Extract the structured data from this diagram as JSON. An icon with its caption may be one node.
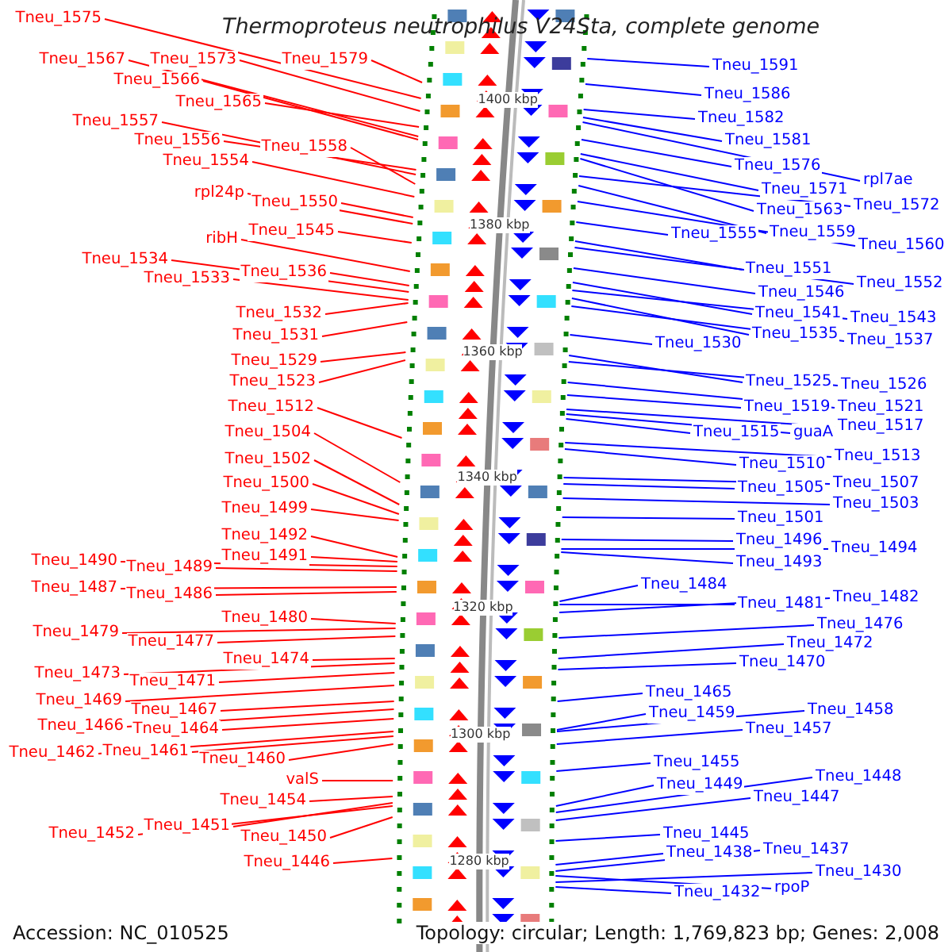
{
  "diagram": {
    "title": "Thermoproteus neutrophilus V24Sta, complete genome",
    "nodes": [
      {
        "text": [
          "Tneu_1575"
        ]
      },
      {
        "text": [
          "Tneu_1567"
        ]
      },
      {
        "text": [
          "Tneu_1573"
        ]
      },
      {
        "text": [
          "Tneu_1579"
        ]
      },
      {
        "text": [
          "Tneu_1566"
        ]
      },
      {
        "text": [
          "Tneu_1565"
        ]
      },
      {
        "text": [
          "Tneu_1557"
        ]
      },
      {
        "text": [
          "Tneu_1556"
        ]
      },
      {
        "text": [
          "Tneu_1558"
        ]
      },
      {
        "text": [
          "Tneu_1554"
        ]
      },
      {
        "text": [
          "rpl24p"
        ]
      },
      {
        "text": [
          "Tneu_1550"
        ]
      },
      {
        "text": [
          "Tneu_1545"
        ]
      },
      {
        "text": [
          "ribH"
        ]
      },
      {
        "text": [
          "Tneu_1534"
        ]
      },
      {
        "text": [
          "Tneu_1536"
        ]
      },
      {
        "text": [
          "Tneu_1533"
        ]
      },
      {
        "text": [
          "Tneu_1532"
        ]
      },
      {
        "text": [
          "Tneu_1531"
        ]
      },
      {
        "text": [
          "Tneu_1529"
        ]
      },
      {
        "text": [
          "Tneu_1523"
        ]
      },
      {
        "text": [
          "Tneu_1512"
        ]
      },
      {
        "text": [
          "Tneu_1504"
        ]
      },
      {
        "text": [
          "Tneu_1502"
        ]
      },
      {
        "text": [
          "Tneu_1500"
        ]
      },
      {
        "text": [
          "Tneu_1499"
        ]
      },
      {
        "text": [
          "Tneu_1492"
        ]
      },
      {
        "text": [
          "Tneu_1491"
        ]
      },
      {
        "text": [
          "Tneu_1490"
        ]
      },
      {
        "text": [
          "Tneu_1489"
        ]
      },
      {
        "text": [
          "Tneu_1487"
        ]
      },
      {
        "text": [
          "Tneu_1486"
        ]
      },
      {
        "text": [
          "Tneu_1480"
        ]
      },
      {
        "text": [
          "Tneu_1479"
        ]
      },
      {
        "text": [
          "Tneu_1477"
        ]
      },
      {
        "text": [
          "Tneu_1474"
        ]
      },
      {
        "text": [
          "Tneu_1473"
        ]
      },
      {
        "text": [
          "Tneu_1471"
        ]
      },
      {
        "text": [
          "Tneu_1469"
        ]
      },
      {
        "text": [
          "Tneu_1467"
        ]
      },
      {
        "text": [
          "Tneu_1466"
        ]
      },
      {
        "text": [
          "Tneu_1464"
        ]
      },
      {
        "text": [
          "Tneu_1462"
        ]
      },
      {
        "text": [
          "Tneu_1461"
        ]
      },
      {
        "text": [
          "Tneu_1460"
        ]
      },
      {
        "text": [
          "valS"
        ]
      },
      {
        "text": [
          "Tneu_1454"
        ]
      },
      {
        "text": [
          "Tneu_1452"
        ]
      },
      {
        "text": [
          "Tneu_1451"
        ]
      },
      {
        "text": [
          "Tneu_1450"
        ]
      },
      {
        "text": [
          "Tneu_1446"
        ]
      },
      {
        "text": [
          "Tneu_1591"
        ]
      },
      {
        "text": [
          "Tneu_1586"
        ]
      },
      {
        "text": [
          "Tneu_1582"
        ]
      },
      {
        "text": [
          "Tneu_1581"
        ]
      },
      {
        "text": [
          "rpl7ae"
        ]
      },
      {
        "text": [
          "Tneu_1576"
        ]
      },
      {
        "text": [
          "Tneu_1571"
        ]
      },
      {
        "text": [
          "Tneu_1563"
        ]
      },
      {
        "text": [
          "Tneu_1572"
        ]
      },
      {
        "text": [
          "Tneu_1555"
        ]
      },
      {
        "text": [
          "Tneu_1559"
        ]
      },
      {
        "text": [
          "Tneu_1560"
        ]
      },
      {
        "text": [
          "Tneu_1551"
        ]
      },
      {
        "text": [
          "Tneu_1552"
        ]
      },
      {
        "text": [
          "Tneu_1546"
        ]
      },
      {
        "text": [
          "Tneu_1541"
        ]
      },
      {
        "text": [
          "Tneu_1543"
        ]
      },
      {
        "text": [
          "Tneu_1535"
        ]
      },
      {
        "text": [
          "Tneu_1537"
        ]
      },
      {
        "text": [
          "Tneu_1530"
        ]
      },
      {
        "text": [
          "Tneu_1525"
        ]
      },
      {
        "text": [
          "Tneu_1526"
        ]
      },
      {
        "text": [
          "Tneu_1519"
        ]
      },
      {
        "text": [
          "Tneu_1521"
        ]
      },
      {
        "text": [
          "Tneu_1515"
        ]
      },
      {
        "text": [
          "guaA"
        ]
      },
      {
        "text": [
          "Tneu_1517"
        ]
      },
      {
        "text": [
          "Tneu_1513"
        ]
      },
      {
        "text": [
          "Tneu_1510"
        ]
      },
      {
        "text": [
          "Tneu_1507"
        ]
      },
      {
        "text": [
          "Tneu_1505"
        ]
      },
      {
        "text": [
          "Tneu_1503"
        ]
      },
      {
        "text": [
          "Tneu_1501"
        ]
      },
      {
        "text": [
          "Tneu_1496"
        ]
      },
      {
        "text": [
          "Tneu_1494"
        ]
      },
      {
        "text": [
          "Tneu_1493"
        ]
      },
      {
        "text": [
          "Tneu_1484"
        ]
      },
      {
        "text": [
          "Tneu_1481"
        ]
      },
      {
        "text": [
          "Tneu_1482"
        ]
      },
      {
        "text": [
          "Tneu_1476"
        ]
      },
      {
        "text": [
          "Tneu_1472"
        ]
      },
      {
        "text": [
          "Tneu_1470"
        ]
      },
      {
        "text": [
          "Tneu_1465"
        ]
      },
      {
        "text": [
          "Tneu_1459"
        ]
      },
      {
        "text": [
          "Tneu_1458"
        ]
      },
      {
        "text": [
          "Tneu_1457"
        ]
      },
      {
        "text": [
          "Tneu_1455"
        ]
      },
      {
        "text": [
          "Tneu_1449"
        ]
      },
      {
        "text": [
          "Tneu_1448"
        ]
      },
      {
        "text": [
          "Tneu_1447"
        ]
      },
      {
        "text": [
          "Tneu_1445"
        ]
      },
      {
        "text": [
          "Tneu_1438"
        ]
      },
      {
        "text": [
          "Tneu_1437"
        ]
      },
      {
        "text": [
          "Tneu_1430"
        ]
      },
      {
        "text": [
          "rpoP"
        ]
      },
      {
        "text": [
          "Tneu_1432"
        ]
      }
    ],
    "edges": [
      {
        "from": 0,
        "to": null,
        "arrow": "none",
        "color": "#ff0000"
      },
      {
        "from": 1,
        "to": null,
        "arrow": "none",
        "color": "#ff0000"
      },
      {
        "from": 2,
        "to": null,
        "arrow": "none",
        "color": "#ff0000"
      },
      {
        "from": 3,
        "to": null,
        "arrow": "none",
        "color": "#ff0000"
      },
      {
        "from": 4,
        "to": null,
        "arrow": "none",
        "color": "#ff0000"
      },
      {
        "from": 5,
        "to": null,
        "arrow": "none",
        "color": "#ff0000"
      },
      {
        "from": 6,
        "to": null,
        "arrow": "none",
        "color": "#ff0000"
      },
      {
        "from": 7,
        "to": null,
        "arrow": "none",
        "color": "#ff0000"
      },
      {
        "from": 8,
        "to": null,
        "arrow": "none",
        "color": "#ff0000"
      },
      {
        "from": 9,
        "to": null,
        "arrow": "none",
        "color": "#ff0000"
      },
      {
        "from": 10,
        "to": null,
        "arrow": "none",
        "color": "#ff0000"
      },
      {
        "from": 11,
        "to": null,
        "arrow": "none",
        "color": "#ff0000"
      },
      {
        "from": 12,
        "to": null,
        "arrow": "none",
        "color": "#ff0000"
      },
      {
        "from": 13,
        "to": null,
        "arrow": "none",
        "color": "#ff0000"
      },
      {
        "from": 14,
        "to": null,
        "arrow": "none",
        "color": "#ff0000"
      },
      {
        "from": 15,
        "to": null,
        "arrow": "none",
        "color": "#ff0000"
      },
      {
        "from": 16,
        "to": null,
        "arrow": "none",
        "color": "#ff0000"
      },
      {
        "from": 17,
        "to": null,
        "arrow": "none",
        "color": "#ff0000"
      },
      {
        "from": 18,
        "to": null,
        "arrow": "none",
        "color": "#ff0000"
      },
      {
        "from": 19,
        "to": null,
        "arrow": "none",
        "color": "#ff0000"
      },
      {
        "from": 20,
        "to": null,
        "arrow": "none",
        "color": "#ff0000"
      },
      {
        "from": 21,
        "to": null,
        "arrow": "none",
        "color": "#ff0000"
      },
      {
        "from": 22,
        "to": null,
        "arrow": "none",
        "color": "#ff0000"
      },
      {
        "from": 23,
        "to": null,
        "arrow": "none",
        "color": "#ff0000"
      },
      {
        "from": 24,
        "to": null,
        "arrow": "none",
        "color": "#ff0000"
      },
      {
        "from": 25,
        "to": null,
        "arrow": "none",
        "color": "#ff0000"
      },
      {
        "from": 26,
        "to": null,
        "arrow": "none",
        "color": "#ff0000"
      },
      {
        "from": 27,
        "to": null,
        "arrow": "none",
        "color": "#ff0000"
      },
      {
        "from": 28,
        "to": null,
        "arrow": "none",
        "color": "#ff0000"
      },
      {
        "from": 29,
        "to": null,
        "arrow": "none",
        "color": "#ff0000"
      },
      {
        "from": 30,
        "to": null,
        "arrow": "none",
        "color": "#ff0000"
      },
      {
        "from": 31,
        "to": null,
        "arrow": "none",
        "color": "#ff0000"
      },
      {
        "from": 32,
        "to": null,
        "arrow": "none",
        "color": "#ff0000"
      },
      {
        "from": 33,
        "to": null,
        "arrow": "none",
        "color": "#ff0000"
      },
      {
        "from": 34,
        "to": null,
        "arrow": "none",
        "color": "#ff0000"
      },
      {
        "from": 35,
        "to": null,
        "arrow": "none",
        "color": "#ff0000"
      },
      {
        "from": 36,
        "to": null,
        "arrow": "none",
        "color": "#ff0000"
      },
      {
        "from": 37,
        "to": null,
        "arrow": "none",
        "color": "#ff0000"
      },
      {
        "from": 38,
        "to": null,
        "arrow": "none",
        "color": "#ff0000"
      },
      {
        "from": 39,
        "to": null,
        "arrow": "none",
        "color": "#ff0000"
      },
      {
        "from": 40,
        "to": null,
        "arrow": "none",
        "color": "#ff0000"
      },
      {
        "from": 41,
        "to": null,
        "arrow": "none",
        "color": "#ff0000"
      },
      {
        "from": 42,
        "to": null,
        "arrow": "none",
        "color": "#ff0000"
      },
      {
        "from": 43,
        "to": null,
        "arrow": "none",
        "color": "#ff0000"
      },
      {
        "from": 44,
        "to": null,
        "arrow": "none",
        "color": "#ff0000"
      },
      {
        "from": 45,
        "to": null,
        "arrow": "none",
        "color": "#ff0000"
      },
      {
        "from": 46,
        "to": null,
        "arrow": "none",
        "color": "#ff0000"
      },
      {
        "from": 47,
        "to": null,
        "arrow": "none",
        "color": "#ff0000"
      },
      {
        "from": 48,
        "to": null,
        "arrow": "none",
        "color": "#ff0000"
      },
      {
        "from": 49,
        "to": null,
        "arrow": "none",
        "color": "#ff0000"
      },
      {
        "from": 50,
        "to": null,
        "arrow": "none",
        "color": "#ff0000"
      },
      {
        "from": 51,
        "to": null,
        "arrow": "none"
      },
      {
        "from": 52,
        "to": null,
        "arrow": "none"
      },
      {
        "from": 53,
        "to": null,
        "arrow": "none"
      },
      {
        "from": 54,
        "to": null,
        "arrow": "none"
      },
      {
        "from": 55,
        "to": null,
        "arrow": "none"
      },
      {
        "from": 56,
        "to": null,
        "arrow": "none"
      },
      {
        "from": 57,
        "to": null,
        "arrow": "none"
      },
      {
        "from": 58,
        "to": null,
        "arrow": "none"
      },
      {
        "from": 59,
        "to": null,
        "arrow": "none"
      },
      {
        "from": 60,
        "to": null,
        "arrow": "none"
      },
      {
        "from": 61,
        "to": null,
        "arrow": "none"
      },
      {
        "from": 62,
        "to": null,
        "arrow": "none"
      },
      {
        "from": 63,
        "to": null,
        "arrow": "none"
      },
      {
        "from": 64,
        "to": null,
        "arrow": "none"
      },
      {
        "from": 65,
        "to": null,
        "arrow": "none"
      },
      {
        "from": 66,
        "to": null,
        "arrow": "none"
      },
      {
        "from": 67,
        "to": null,
        "arrow": "none"
      },
      {
        "from": 68,
        "to": null,
        "arrow": "none"
      },
      {
        "from": 69,
        "to": null,
        "arrow": "none"
      },
      {
        "from": 70,
        "to": null,
        "arrow": "none"
      },
      {
        "from": 71,
        "to": null,
        "arrow": "none"
      },
      {
        "from": 72,
        "to": null,
        "arrow": "none"
      },
      {
        "from": 73,
        "to": null,
        "arrow": "none"
      },
      {
        "from": 74,
        "to": null,
        "arrow": "none"
      },
      {
        "from": 75,
        "to": null,
        "arrow": "none"
      },
      {
        "from": 76,
        "to": null,
        "arrow": "none"
      },
      {
        "from": 77,
        "to": null,
        "arrow": "none"
      },
      {
        "from": 78,
        "to": null,
        "arrow": "none"
      },
      {
        "from": 79,
        "to": null,
        "arrow": "none"
      },
      {
        "from": 80,
        "to": null,
        "arrow": "none"
      },
      {
        "from": 81,
        "to": null,
        "arrow": "none"
      },
      {
        "from": 82,
        "to": null,
        "arrow": "none"
      },
      {
        "from": 83,
        "to": null,
        "arrow": "none"
      },
      {
        "from": 84,
        "to": null,
        "arrow": "none"
      },
      {
        "from": 85,
        "to": null,
        "arrow": "none"
      },
      {
        "from": 86,
        "to": null,
        "arrow": "none"
      },
      {
        "from": 87,
        "to": null,
        "arrow": "none"
      },
      {
        "from": 88,
        "to": null,
        "arrow": "none"
      },
      {
        "from": 89,
        "to": null,
        "arrow": "none"
      },
      {
        "from": 90,
        "to": null,
        "arrow": "none"
      },
      {
        "from": 91,
        "to": null,
        "arrow": "none"
      },
      {
        "from": 92,
        "to": null,
        "arrow": "none"
      },
      {
        "from": 93,
        "to": null,
        "arrow": "none"
      },
      {
        "from": 94,
        "to": null,
        "arrow": "none"
      },
      {
        "from": 95,
        "to": null,
        "arrow": "none"
      },
      {
        "from": 96,
        "to": null,
        "arrow": "none"
      },
      {
        "from": 97,
        "to": null,
        "arrow": "none"
      },
      {
        "from": 98,
        "to": null,
        "arrow": "none"
      },
      {
        "from": 99,
        "to": null,
        "arrow": "none"
      },
      {
        "from": 100,
        "to": null,
        "arrow": "none"
      },
      {
        "from": 101,
        "to": null,
        "arrow": "none"
      },
      {
        "from": 102,
        "to": null,
        "arrow": "none"
      },
      {
        "from": 103,
        "to": null,
        "arrow": "none"
      },
      {
        "from": 104,
        "to": null,
        "arrow": "none"
      },
      {
        "from": 105,
        "to": null,
        "arrow": "none"
      },
      {
        "from": 106,
        "to": null,
        "arrow": "none"
      }
    ],
    "labels": [
      "1400 kbp",
      "1380 kbp",
      "1360 kbp",
      "1340 kbp",
      "1320 kbp",
      "1300 kbp",
      "1280 kbp",
      "Accession: NC_010525",
      "Topology: circular; Length: 1,769,823 bp; Genes: 2,008"
    ]
  }
}
